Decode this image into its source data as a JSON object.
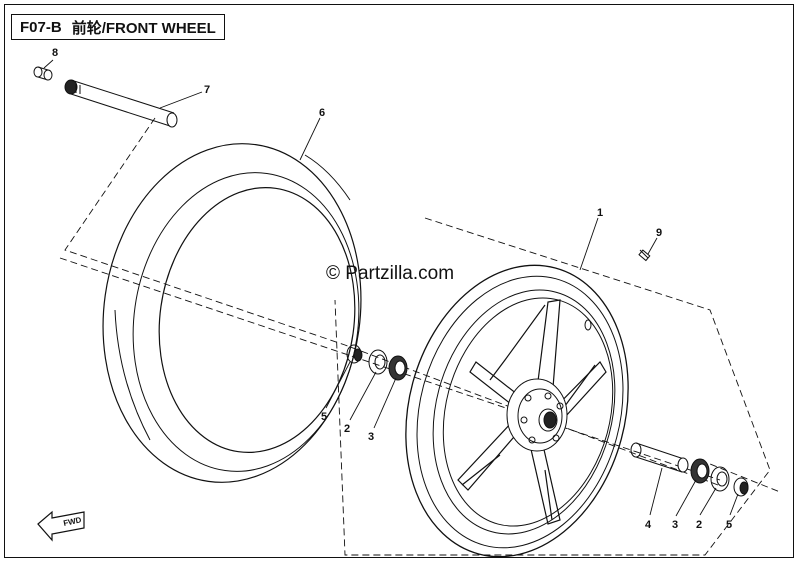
{
  "diagram": {
    "code": "F07-B",
    "title": "前轮/FRONT WHEEL",
    "watermark": "© Partzilla.com",
    "forward_tag": "FWD",
    "callouts": {
      "c1": "1",
      "c2a": "2",
      "c2b": "2",
      "c3a": "3",
      "c3b": "3",
      "c4": "4",
      "c5a": "5",
      "c5b": "5",
      "c6": "6",
      "c7": "7",
      "c8": "8",
      "c9": "9"
    }
  }
}
